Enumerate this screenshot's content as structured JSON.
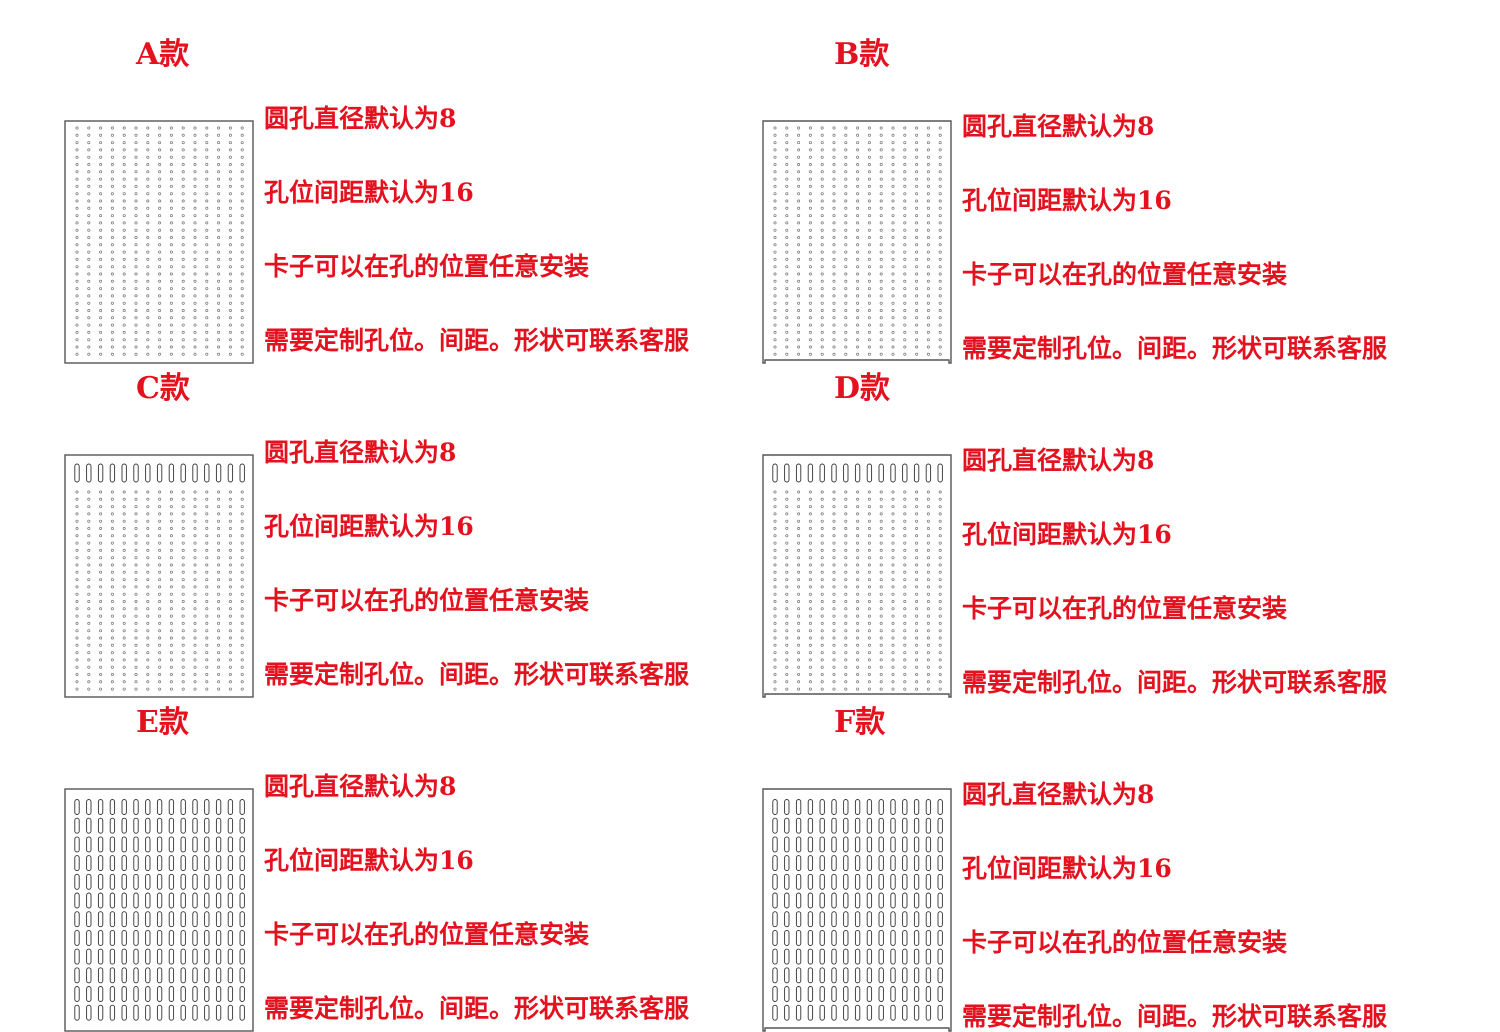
{
  "colors": {
    "text": "#e4111e",
    "frame": "#555555",
    "hole": "#777777",
    "background": "#ffffff"
  },
  "variants": [
    {
      "title": "A款",
      "pattern": "dots",
      "lines": [
        "圆孔直径默认为8",
        "孔位间距默认为16",
        "卡子可以在孔的位置任意安装",
        "需要定制孔位。间距。形状可联系客服"
      ]
    },
    {
      "title": "B款",
      "pattern": "dots",
      "notched": true,
      "lines": [
        "圆孔直径默认为8",
        "孔位间距默认为16",
        "卡子可以在孔的位置任意安装",
        "需要定制孔位。间距。形状可联系客服"
      ]
    },
    {
      "title": "C款",
      "pattern": "slot-row-then-dots",
      "lines": [
        "圆孔直径默认为8",
        "孔位间距默认为16",
        "卡子可以在孔的位置任意安装",
        "需要定制孔位。间距。形状可联系客服"
      ]
    },
    {
      "title": "D款",
      "pattern": "slot-row-then-dots",
      "notched": true,
      "lines": [
        "圆孔直径默认为8",
        "孔位间距默认为16",
        "卡子可以在孔的位置任意安装",
        "需要定制孔位。间距。形状可联系客服"
      ]
    },
    {
      "title": "E款",
      "pattern": "slots",
      "lines": [
        "圆孔直径默认为8",
        "孔位间距默认为16",
        "卡子可以在孔的位置任意安装",
        "需要定制孔位。间距。形状可联系客服"
      ]
    },
    {
      "title": "F款",
      "pattern": "slots",
      "notched": true,
      "lines": [
        "圆孔直径默认为8",
        "孔位间距默认为16",
        "卡子可以在孔的位置任意安装",
        "需要定制孔位。间距。形状可联系客服"
      ]
    }
  ]
}
